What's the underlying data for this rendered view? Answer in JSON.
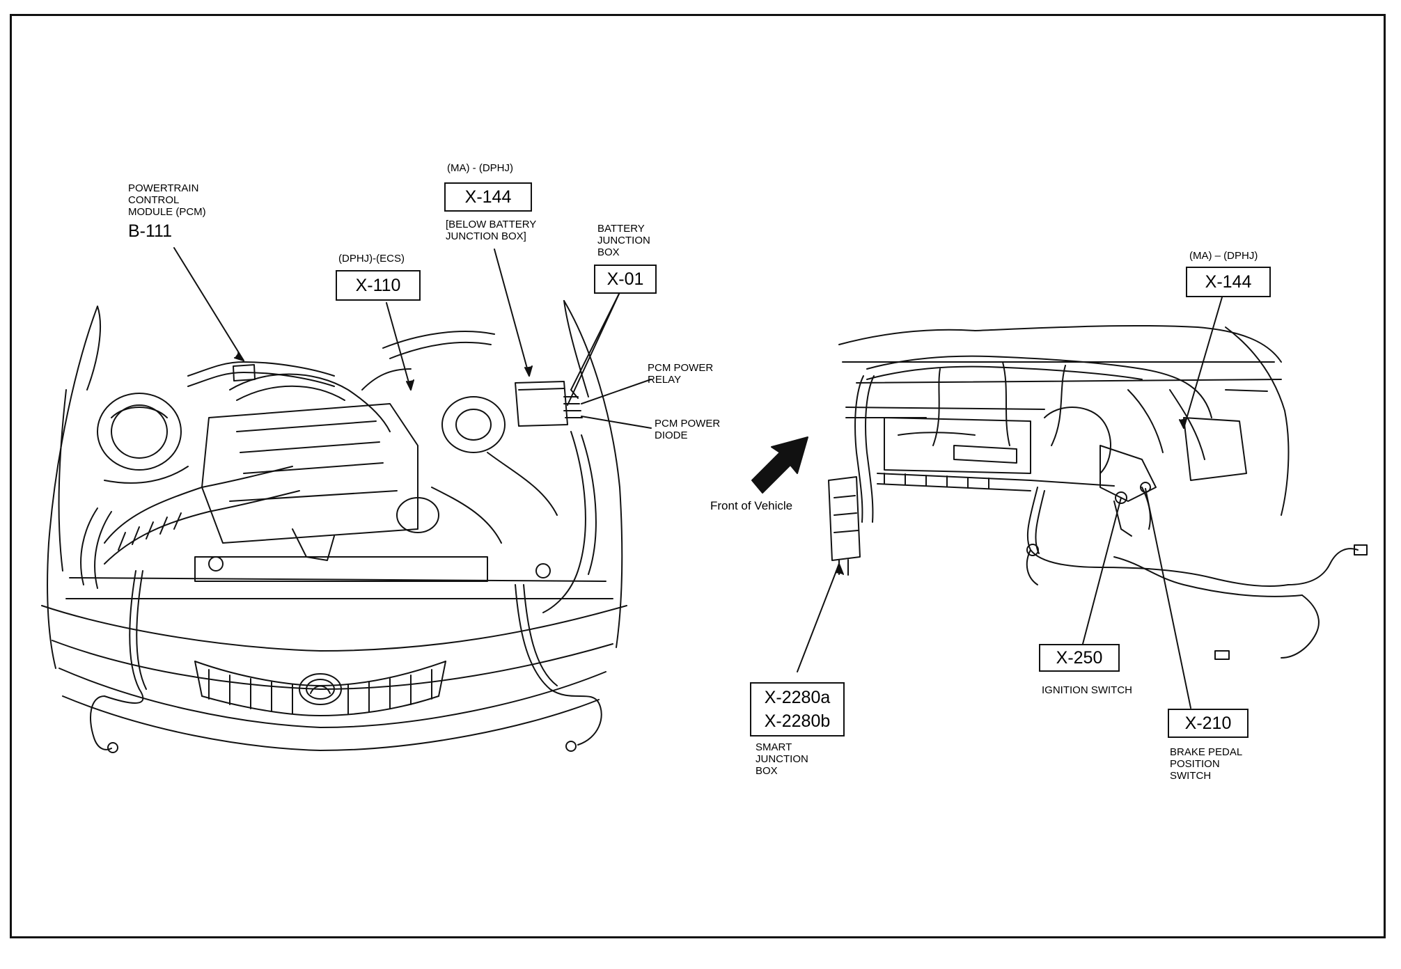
{
  "left_view": {
    "pcm_label": "POWERTRAIN\nCONTROL\nMODULE (PCM)",
    "pcm_code": "B-111",
    "x110_qualifier": "(DPHJ)-(ECS)",
    "x110_code": "X-110",
    "x144_qualifier": "(MA) - (DPHJ)",
    "x144_code": "X-144",
    "x144_note": "[BELOW BATTERY\nJUNCTION BOX]",
    "bjb_label": "BATTERY\nJUNCTION\nBOX",
    "x01_code": "X-01",
    "relay_label": "PCM POWER\nRELAY",
    "diode_label": "PCM POWER\nDIODE"
  },
  "right_view": {
    "x144_qualifier": "(MA) – (DPHJ)",
    "x144_code": "X-144",
    "front_label": "Front of Vehicle",
    "sjb_code_a": "X-2280a",
    "sjb_code_b": "X-2280b",
    "sjb_label": "SMART\nJUNCTION\nBOX",
    "x250_code": "X-250",
    "ignition_label": "IGNITION SWITCH",
    "x210_code": "X-210",
    "brake_label": "BRAKE PEDAL\nPOSITION\nSWITCH"
  }
}
